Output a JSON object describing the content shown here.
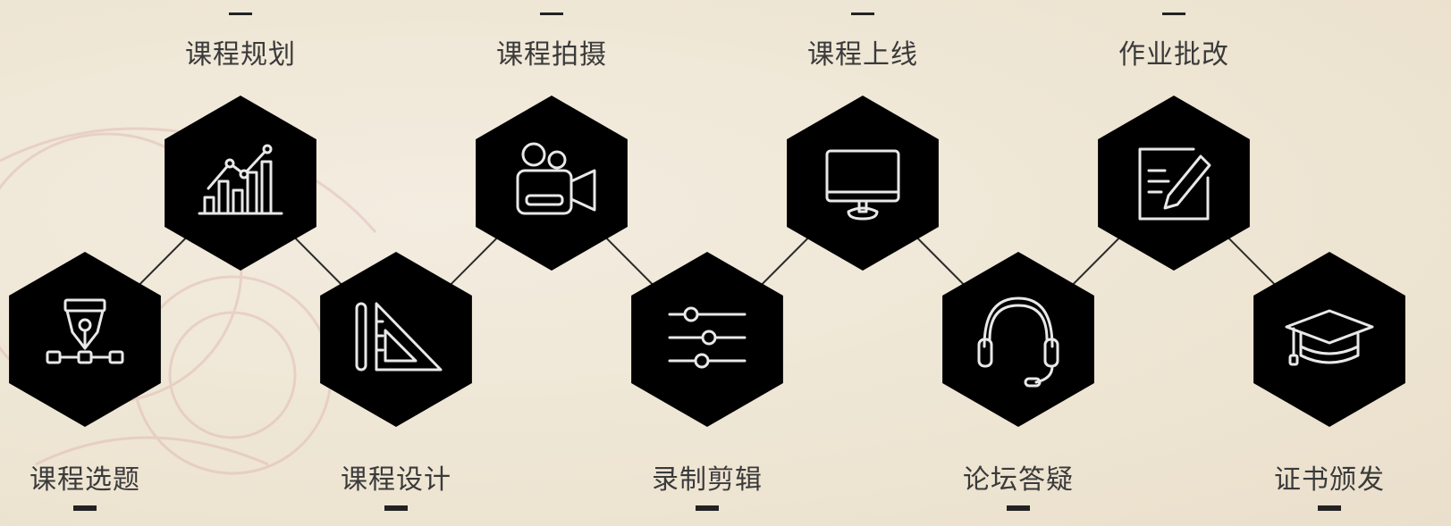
{
  "steps": [
    {
      "label": "课程选题",
      "icon": "pen-nib-icon"
    },
    {
      "label": "课程规划",
      "icon": "bar-chart-icon"
    },
    {
      "label": "课程设计",
      "icon": "ruler-triangle-icon"
    },
    {
      "label": "课程拍摄",
      "icon": "video-camera-icon"
    },
    {
      "label": "录制剪辑",
      "icon": "sliders-icon"
    },
    {
      "label": "课程上线",
      "icon": "monitor-icon"
    },
    {
      "label": "论坛答疑",
      "icon": "headset-icon"
    },
    {
      "label": "作业批改",
      "icon": "edit-document-icon"
    },
    {
      "label": "证书颁发",
      "icon": "graduation-cap-icon"
    }
  ],
  "colors": {
    "hexagon": "#000000",
    "icon_stroke": "#e8e8e8",
    "connector": "#2a2a2a",
    "text": "#3a3a3a"
  }
}
